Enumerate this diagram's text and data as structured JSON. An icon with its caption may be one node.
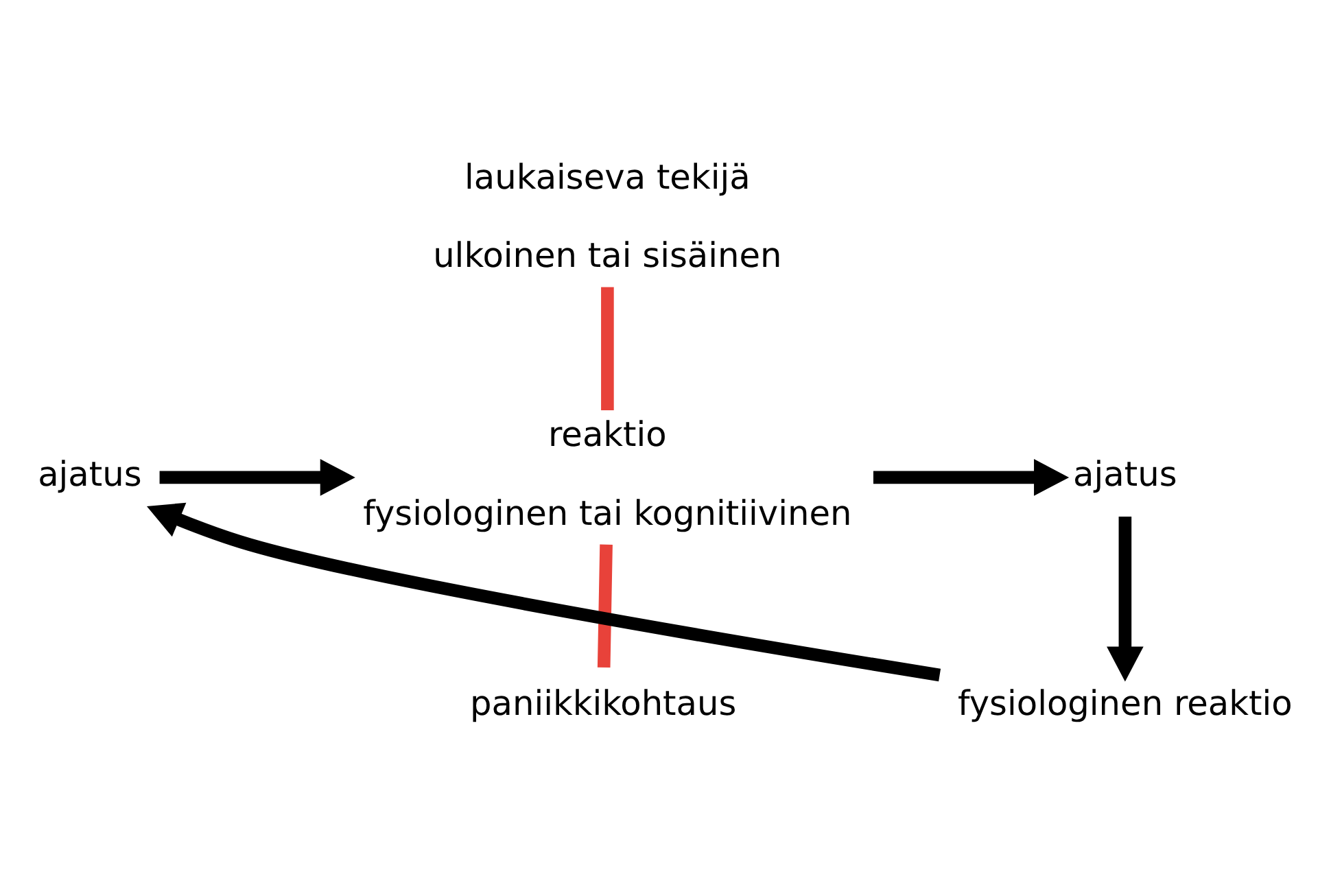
{
  "diagram": {
    "nodes": [
      {
        "text": [
          "laukaiseva tekijä",
          "ulkoinen tai sisäinen"
        ]
      },
      {
        "text": [
          "reaktio",
          "fysiologinen tai kognitiivinen"
        ]
      },
      {
        "text": [
          "paniikkikohtaus"
        ]
      },
      {
        "text": [
          "ajatus"
        ]
      },
      {
        "text": [
          "fysiologinen reaktio"
        ]
      },
      {
        "text": [
          "ajatus"
        ]
      }
    ],
    "edges": [
      {
        "from": 0,
        "to": 1,
        "arrow": "none",
        "color": "#e8423a"
      },
      {
        "from": 1,
        "to": 2,
        "arrow": "none",
        "color": "#e8423a"
      },
      {
        "from": 1,
        "to": 3,
        "arrow": "to"
      },
      {
        "from": 3,
        "to": 4,
        "arrow": "to"
      },
      {
        "from": 4,
        "to": 5,
        "arrow": "to"
      },
      {
        "from": 5,
        "to": 1,
        "arrow": "to"
      }
    ]
  }
}
